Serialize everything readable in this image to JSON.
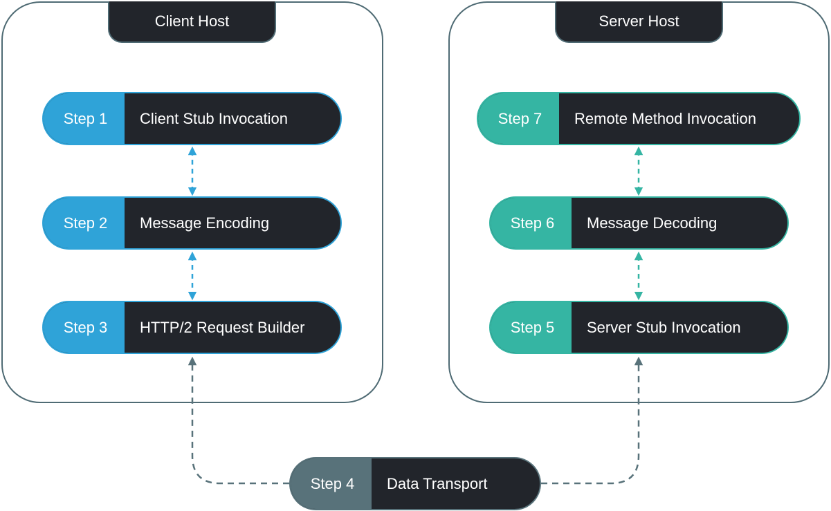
{
  "client_host": {
    "title": "Client Host",
    "steps": [
      {
        "step": "Step 1",
        "label": "Client Stub Invocation"
      },
      {
        "step": "Step 2",
        "label": "Message Encoding"
      },
      {
        "step": "Step 3",
        "label": "HTTP/2 Request Builder"
      }
    ]
  },
  "server_host": {
    "title": "Server Host",
    "steps": [
      {
        "step": "Step 7",
        "label": "Remote Method Invocation"
      },
      {
        "step": "Step 6",
        "label": "Message Decoding"
      },
      {
        "step": "Step 5",
        "label": "Server Stub Invocation"
      }
    ]
  },
  "transport": {
    "step": "Step 4",
    "label": "Data Transport"
  },
  "colors": {
    "client_accent": "#2fa3d8",
    "server_accent": "#35b5a3",
    "transport_accent": "#58727a",
    "pill_dark": "#22252b",
    "border": "#4f6b74"
  }
}
